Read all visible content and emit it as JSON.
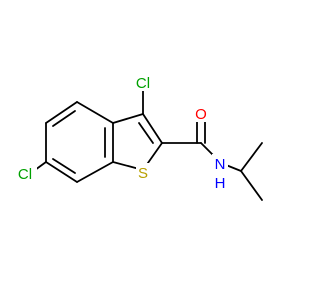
{
  "atoms": {
    "cl3": {
      "label": "Cl",
      "color": "#00a000"
    },
    "cl6": {
      "label": "Cl",
      "color": "#00a000"
    },
    "s1": {
      "label": "S",
      "color": "#b8a000"
    },
    "o": {
      "label": "O",
      "color": "#ff0000"
    },
    "nh": {
      "label": "N",
      "sublabel": "H",
      "color": "#0000ff"
    }
  }
}
